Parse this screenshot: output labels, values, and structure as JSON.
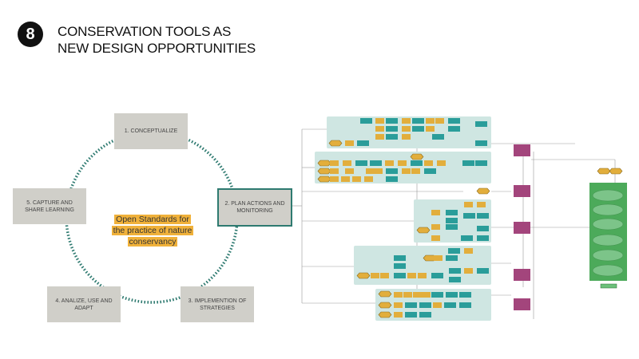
{
  "slide": {
    "number": "8",
    "title_line1": "CONSERVATION TOOLS AS",
    "title_line2": "NEW DESIGN OPPORTUNITIES"
  },
  "cycle": {
    "center_line1": "Open Standards for",
    "center_line2": "the practice of nature",
    "center_line3": "conservancy",
    "steps": [
      {
        "label": "1. CONCEPTUALIZE"
      },
      {
        "label": "2. PLAN ACTIONS AND MONITORING"
      },
      {
        "label": "3. IMPLEMENTION OF STRATEGIES"
      },
      {
        "label": "4. ANALIZE, USE AND ADAPT"
      },
      {
        "label": "5. CAPTURE AND SHARE LEARNING"
      }
    ],
    "active_step": 2
  },
  "colors": {
    "dots": "#2e7a70",
    "step_box": "#d0cfc9",
    "highlight": "#f0b13a",
    "panel": "#cfe6e2",
    "teal_node": "#2a9d9a",
    "yellow_node": "#e2ae3c",
    "purple_node": "#a3457c",
    "green_panel": "#4caa5a"
  }
}
